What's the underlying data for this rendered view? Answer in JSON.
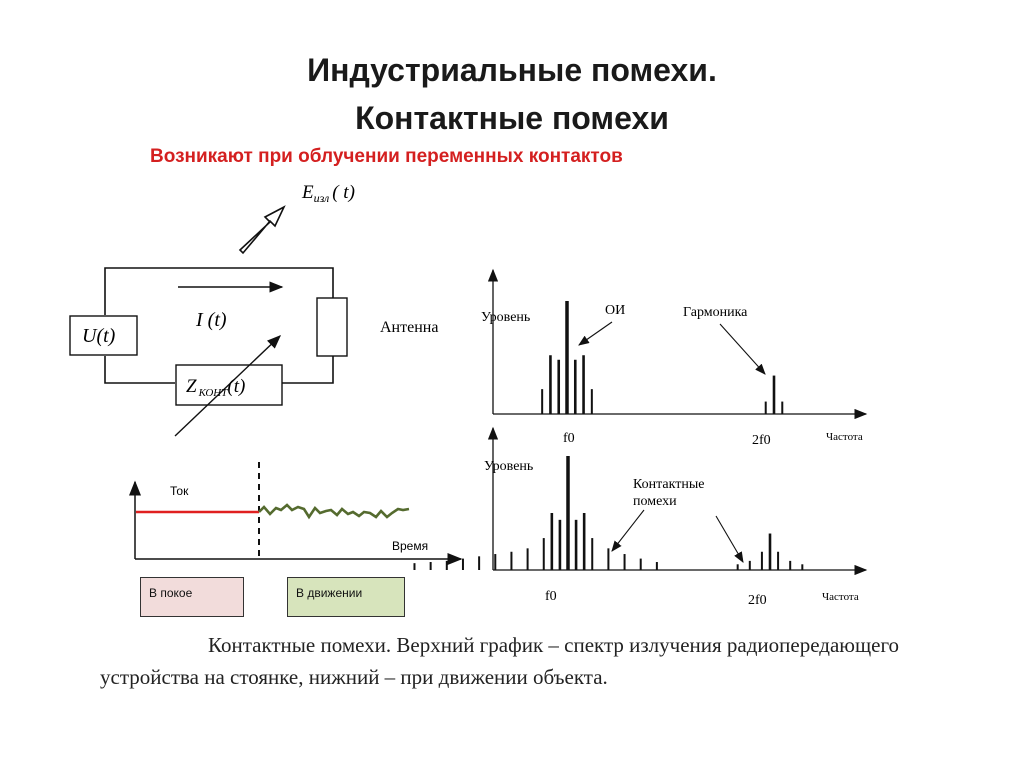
{
  "title": {
    "line1": "Индустриальные помехи.",
    "line2": "Контактные помехи"
  },
  "subtitle": "Возникают при облучении переменных контактов",
  "circuit": {
    "emission_label": "E",
    "emission_subscript": "изл",
    "emission_arg": "( t)",
    "current_label": "I (t)",
    "source_label": "U(t)",
    "contact_label": "Z",
    "contact_subscript": "КОНТ",
    "contact_arg": "(t)",
    "antenna_label": "Антенна"
  },
  "current_plot": {
    "ylabel": "Ток",
    "xlabel": "Время",
    "rest_color": "#e02020",
    "motion_color": "#556b2f"
  },
  "states": {
    "rest": "В покое",
    "motion": "В движении"
  },
  "chart_data": [
    {
      "type": "bar",
      "ylabel": "Уровень",
      "xlabel": "Частота",
      "tick_labels": [
        "f0",
        "2f0"
      ],
      "annotations": [
        "ОИ",
        "Гармоника"
      ],
      "bars": [
        {
          "x": 0.88,
          "y": 0.22
        },
        {
          "x": 0.92,
          "y": 0.52
        },
        {
          "x": 0.96,
          "y": 0.48
        },
        {
          "x": 1.0,
          "y": 1.0
        },
        {
          "x": 1.04,
          "y": 0.48
        },
        {
          "x": 1.08,
          "y": 0.52
        },
        {
          "x": 1.12,
          "y": 0.22
        },
        {
          "x": 1.96,
          "y": 0.11
        },
        {
          "x": 2.0,
          "y": 0.34
        },
        {
          "x": 2.04,
          "y": 0.11
        }
      ]
    },
    {
      "type": "bar",
      "ylabel": "Уровень",
      "xlabel": "Частота",
      "tick_labels": [
        "f0",
        "2f0"
      ],
      "annotations": [
        "Контактные",
        "помехи"
      ],
      "bars": [
        {
          "x": 0.24,
          "y": 0.06
        },
        {
          "x": 0.32,
          "y": 0.07
        },
        {
          "x": 0.4,
          "y": 0.08
        },
        {
          "x": 0.48,
          "y": 0.1
        },
        {
          "x": 0.56,
          "y": 0.12
        },
        {
          "x": 0.64,
          "y": 0.14
        },
        {
          "x": 0.72,
          "y": 0.16
        },
        {
          "x": 0.8,
          "y": 0.19
        },
        {
          "x": 0.88,
          "y": 0.28
        },
        {
          "x": 0.92,
          "y": 0.5
        },
        {
          "x": 0.96,
          "y": 0.44
        },
        {
          "x": 1.0,
          "y": 1.0
        },
        {
          "x": 1.04,
          "y": 0.44
        },
        {
          "x": 1.08,
          "y": 0.5
        },
        {
          "x": 1.12,
          "y": 0.28
        },
        {
          "x": 1.2,
          "y": 0.19
        },
        {
          "x": 1.28,
          "y": 0.14
        },
        {
          "x": 1.36,
          "y": 0.1
        },
        {
          "x": 1.44,
          "y": 0.07
        },
        {
          "x": 1.84,
          "y": 0.05
        },
        {
          "x": 1.9,
          "y": 0.08
        },
        {
          "x": 1.96,
          "y": 0.16
        },
        {
          "x": 2.0,
          "y": 0.32
        },
        {
          "x": 2.04,
          "y": 0.16
        },
        {
          "x": 2.1,
          "y": 0.08
        },
        {
          "x": 2.16,
          "y": 0.05
        }
      ]
    }
  ],
  "caption": {
    "line1": "Контактные помехи.  Верхний график – спектр излучения радиопередающего",
    "line2": "устройства на стоянке, нижний – при движении объекта."
  }
}
